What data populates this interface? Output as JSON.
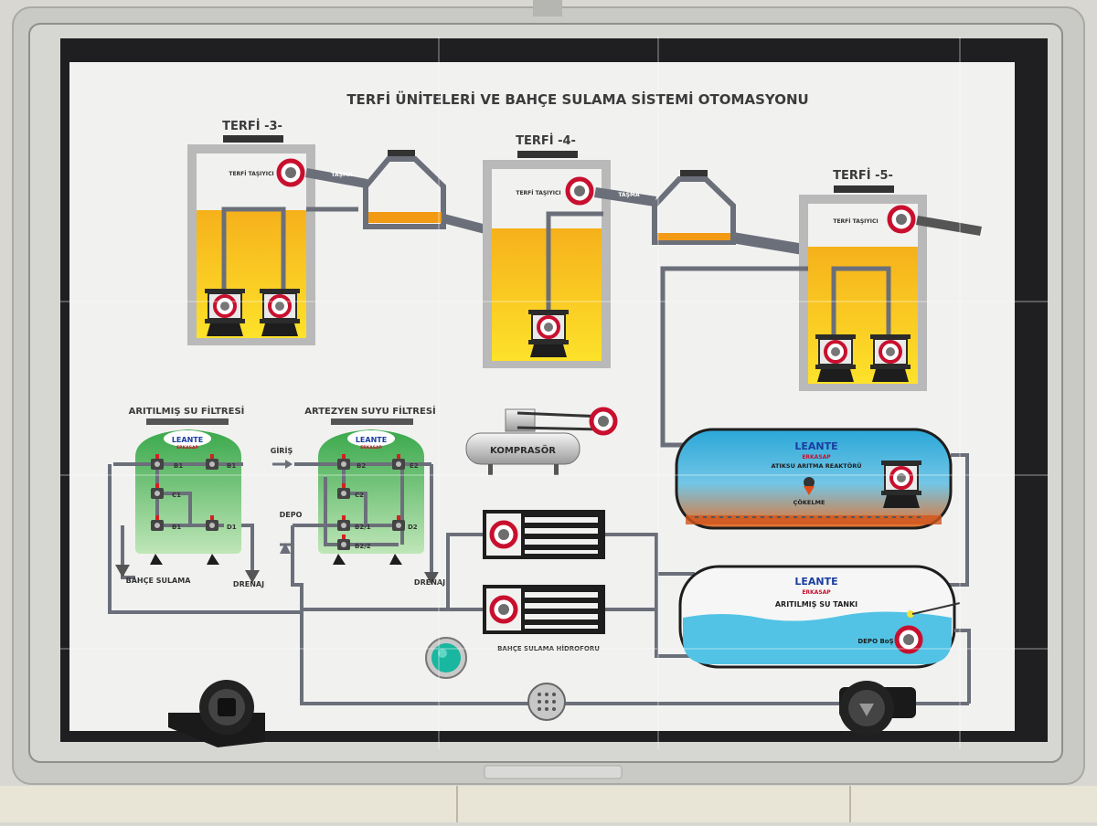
{
  "panel": {
    "title": "TERFİ ÜNİTELERİ VE BAHÇE SULAMA SİSTEMİ OTOMASYONU",
    "colors": {
      "frame": "#c9c9c6",
      "board": "#f1f1f0",
      "pipe": "#6b6f7a",
      "liquid_top": "#f6b11b",
      "liquid_bottom": "#fde22a",
      "filter_green": "#58b95c",
      "reactor_blue": "#2aa7d8",
      "tank_blue": "#52c3e5",
      "lamp_green": "#19b6a0",
      "pump_ring": "#c8102e"
    }
  },
  "pump_stations": {
    "terfi3": {
      "title": "TERFİ -3-",
      "carrier_label": "TERFİ TAŞIYICI",
      "overflow_label": "TAŞMA"
    },
    "terfi4": {
      "title": "TERFİ -4-",
      "carrier_label": "TERFİ TAŞIYICI",
      "overflow_label": "TAŞMA"
    },
    "terfi5": {
      "title": "TERFİ -5-",
      "carrier_label": "TERFİ TAŞIYICI"
    }
  },
  "filters": {
    "treated": {
      "title": "ARITILMIŞ SU FİLTRESİ",
      "brand_top": "LEANTE",
      "brand_sub": "ERKASAP",
      "valves": [
        "B1",
        "B1",
        "C1",
        "B1",
        "D1"
      ],
      "outlet_irrigation": "BAHÇE SULAMA",
      "outlet_drain": "DRENAJ"
    },
    "artesian": {
      "title": "ARTEZYEN SUYU FİLTRESİ",
      "brand_top": "LEANTE",
      "brand_sub": "ERKASAP",
      "inlet": "GİRİŞ",
      "outlet_depot": "DEPO",
      "valves": [
        "B2",
        "E2",
        "C2",
        "B2/1",
        "D2",
        "B2/2"
      ],
      "outlet_drain": "DRENAJ"
    }
  },
  "compressor": {
    "label": "KOMPRASÖR"
  },
  "reactor": {
    "brand_top": "LEANTE",
    "brand_sub": "ERKASAP",
    "label": "ATIKSU ARITMA REAKTÖRÜ",
    "settling_label": "ÇÖKELME"
  },
  "tank": {
    "brand_top": "LEANTE",
    "brand_sub": "ERKASAP",
    "label": "ARITILMIŞ SU TANKI",
    "depot_label": "DEPO BoŞ"
  },
  "hydrofor": {
    "label": "BAHÇE SULAMA HİDROFORU"
  }
}
